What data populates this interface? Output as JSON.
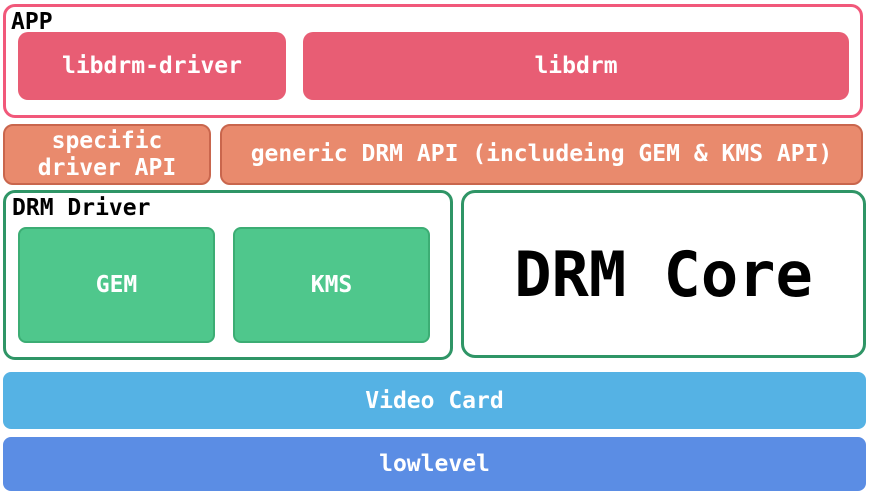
{
  "colors": {
    "pink_fill": "#e85d74",
    "pink_border": "#f1587a",
    "salmon_fill": "#e98a6d",
    "salmon_border": "#c9664d",
    "green_fill": "#4fc78c",
    "green_box_border": "#3cad74",
    "green_container_border": "#2f9566",
    "blue_video_card": "#55b2e4",
    "blue_lowlevel": "#5b8de4",
    "label_black": "#000000",
    "text_white": "#ffffff"
  },
  "app": {
    "label": "APP",
    "boxes": [
      {
        "label": "libdrm-driver"
      },
      {
        "label": "libdrm"
      }
    ]
  },
  "api_row": {
    "specific_line1": "specific",
    "specific_line2": "driver API",
    "generic_label": "generic DRM API (includeing GEM & KMS API)"
  },
  "drm_driver": {
    "label": "DRM Driver",
    "boxes": [
      {
        "label": "GEM"
      },
      {
        "label": "KMS"
      }
    ]
  },
  "drm_core": {
    "label": "DRM Core"
  },
  "hardware": {
    "video_card_label": "Video Card",
    "lowlevel_label": "lowlevel"
  }
}
